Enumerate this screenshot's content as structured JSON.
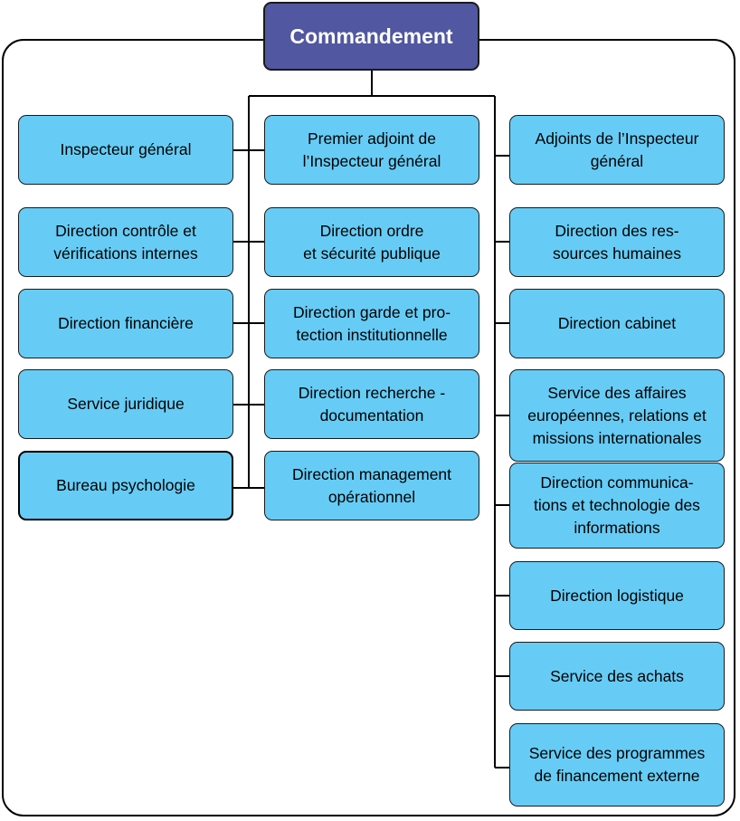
{
  "root": "Commandement",
  "left": [
    [
      "Inspecteur général"
    ],
    [
      "Direction contrôle et",
      "vérifications internes"
    ],
    [
      "Direction financière"
    ],
    [
      "Service juridique"
    ],
    [
      "Bureau psychologie"
    ]
  ],
  "middle": [
    [
      "Premier adjoint de",
      "l’Inspecteur général"
    ],
    [
      "Direction ordre",
      "et sécurité publique"
    ],
    [
      "Direction garde et pro-",
      "tection institutionnelle"
    ],
    [
      "Direction recherche -",
      "documentation"
    ],
    [
      "Direction management",
      "opérationnel"
    ]
  ],
  "right": [
    [
      "Adjoints de l’Inspecteur",
      "général"
    ],
    [
      "Direction des res-",
      "sources humaines"
    ],
    [
      "Direction cabinet"
    ],
    [
      "Service des affaires",
      "européennes, relations et",
      "missions internationales"
    ],
    [
      "Direction communica-",
      "tions et technologie des",
      "informations"
    ],
    [
      "Direction logistique"
    ],
    [
      "Service des achats"
    ],
    [
      "Service des programmes",
      "de financement externe"
    ]
  ]
}
